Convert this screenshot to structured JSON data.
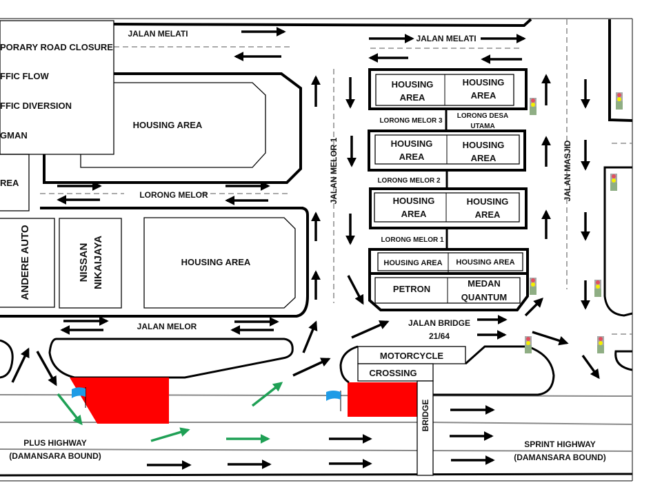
{
  "legend": {
    "items": [
      {
        "label": "PORARY ROAD CLOSURE"
      },
      {
        "label": "FFIC FLOW"
      },
      {
        "label": "FFIC DIVERSION"
      },
      {
        "label": "GMAN"
      }
    ]
  },
  "roads": {
    "jalan_melati_left": "JALAN MELATI",
    "jalan_melati_right": "JALAN MELATI",
    "lorong_melor": "LORONG MELOR",
    "jalan_melor": "JALAN MELOR",
    "jalan_melor_1": "JALAN MELOR 1",
    "jalan_masjid": "JALAN MASJID",
    "lorong_melor_3": "LORONG MELOR 3",
    "lorong_melor_2": "LORONG MELOR 2",
    "lorong_melor_1": "LORONG MELOR 1",
    "lorong_desa_utama_1": "LORONG DESA",
    "lorong_desa_utama_2": "UTAMA",
    "jalan_bridge_1": "JALAN BRIDGE",
    "jalan_bridge_2": "21/64",
    "plus_highway_1": "PLUS HIGHWAY",
    "plus_highway_2": "(DAMANSARA BOUND)",
    "sprint_highway_1": "SPRINT HIGHWAY",
    "sprint_highway_2": "(DAMANSARA BOUND)"
  },
  "places": {
    "rea": "REA",
    "housing_big": "HOUSING AREA",
    "housing_mid": "HOUSING AREA",
    "andere_auto": "ANDERE AUTO",
    "nissan_1": "NISSAN",
    "nissan_2": "NIKAIJAYA",
    "housing": "HOUSING",
    "area": "AREA",
    "housing_area": "HOUSING  AREA",
    "petron": "PETRON",
    "medan_1": "MEDAN",
    "medan_2": "QUANTUM",
    "motorcycle": "MOTORCYCLE",
    "crossing": "CROSSING",
    "bridge": "BRIDGE"
  },
  "colors": {
    "closure": "#ff0000",
    "diversion": "#1fa055",
    "flagman": "#1e9be6",
    "flow": "#000000"
  }
}
